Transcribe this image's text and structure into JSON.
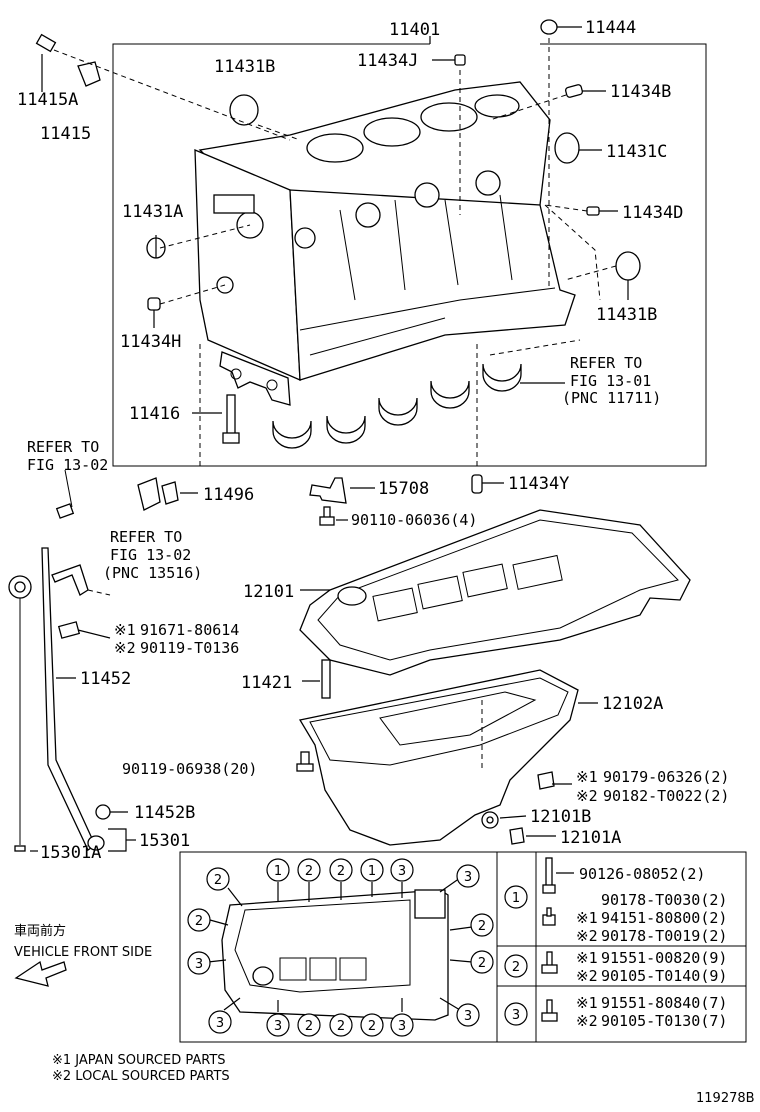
{
  "labels": {
    "l11401": "11401",
    "l11444": "11444",
    "l11431B_top": "11431B",
    "l11434J": "11434J",
    "l11434B": "11434B",
    "l11415A": "11415A",
    "l11415": "11415",
    "l11431C": "11431C",
    "l11431A": "11431A",
    "l11434D": "11434D",
    "l11431B_right": "11431B",
    "l11434H": "11434H",
    "l11416": "11416",
    "l11434Y": "11434Y",
    "l15708": "15708",
    "l11496": "11496",
    "l90110": "90110-06036(4)",
    "l12101": "12101",
    "l91671": "91671-80614",
    "l90119a": "90119-T0136",
    "l11452": "11452",
    "l11421": "11421",
    "l12102A": "12102A",
    "l90119b": "90119-06938(20)",
    "l90179": "90179-06326(2)",
    "l90182": "90182-T0022(2)",
    "l12101B": "12101B",
    "l11452B": "11452B",
    "l12101A": "12101A",
    "l15301": "15301",
    "l15301A": "15301A"
  },
  "refers": {
    "r1_line1": "REFER TO",
    "r1_line2": "FIG 13-01",
    "r1_line3": "(PNC 11711)",
    "r2_line1": "REFER TO",
    "r2_line2": "FIG 13-02",
    "r3_line1": "REFER TO",
    "r3_line2": "FIG 13-02",
    "r3_line3": "(PNC 13516)"
  },
  "marks": {
    "m1": "※1",
    "m2": "※2"
  },
  "bolt_table": {
    "row1": [
      "90126-08052(2)",
      "90178-T0030(2)",
      "94151-80800(2)",
      "90178-T0019(2)"
    ],
    "row2": [
      "91551-00820(9)",
      "90105-T0140(9)"
    ],
    "row3": [
      "91551-80840(7)",
      "90105-T0130(7)"
    ],
    "circle1": "1",
    "circle2": "2",
    "circle3": "3"
  },
  "front": {
    "jp": "車両前方",
    "en": "VEHICLE FRONT SIDE"
  },
  "footnotes": {
    "n1": "※1 JAPAN SOURCED PARTS",
    "n2": "※2 LOCAL SOURCED PARTS"
  },
  "figure_id": "119278B"
}
